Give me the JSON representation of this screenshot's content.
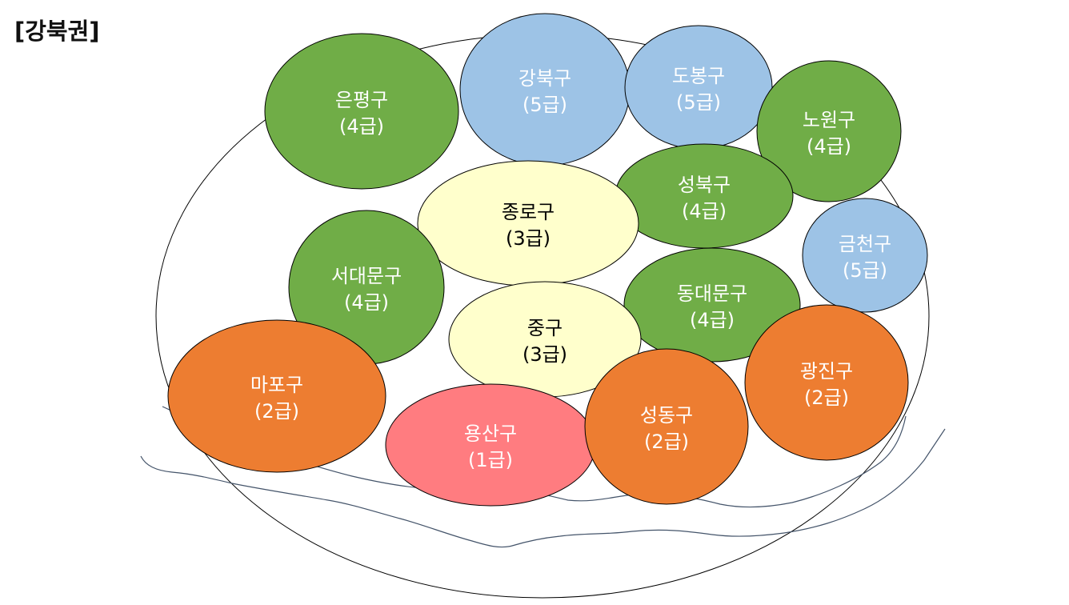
{
  "title": "[강북권]",
  "colors": {
    "grade_1": "#ff7c80",
    "grade_2": "#ed7d31",
    "grade_3": "#ffffcc",
    "grade_4": "#70ad47",
    "grade_5": "#9dc3e6",
    "outline": "#000000",
    "river": "#44546a"
  },
  "districts": [
    {
      "id": "eunpyeong",
      "name": "은평구",
      "grade": "(4급)",
      "grade_level": 4
    },
    {
      "id": "gangbuk",
      "name": "강북구",
      "grade": "(5급)",
      "grade_level": 5
    },
    {
      "id": "dobong",
      "name": "도봉구",
      "grade": "(5급)",
      "grade_level": 5
    },
    {
      "id": "nowon",
      "name": "노원구",
      "grade": "(4급)",
      "grade_level": 4
    },
    {
      "id": "seongbuk",
      "name": "성북구",
      "grade": "(4급)",
      "grade_level": 4
    },
    {
      "id": "jongno",
      "name": "종로구",
      "grade": "(3급)",
      "grade_level": 3
    },
    {
      "id": "geumcheon",
      "name": "금천구",
      "grade": "(5급)",
      "grade_level": 5
    },
    {
      "id": "seodaemun",
      "name": "서대문구",
      "grade": "(4급)",
      "grade_level": 4
    },
    {
      "id": "dongdaemun",
      "name": "동대문구",
      "grade": "(4급)",
      "grade_level": 4
    },
    {
      "id": "jung",
      "name": "중구",
      "grade": "(3급)",
      "grade_level": 3
    },
    {
      "id": "mapo",
      "name": "마포구",
      "grade": "(2급)",
      "grade_level": 2
    },
    {
      "id": "gwangjin",
      "name": "광진구",
      "grade": "(2급)",
      "grade_level": 2
    },
    {
      "id": "yongsan",
      "name": "용산구",
      "grade": "(1급)",
      "grade_level": 1
    },
    {
      "id": "seongdong",
      "name": "성동구",
      "grade": "(2급)",
      "grade_level": 2
    }
  ]
}
